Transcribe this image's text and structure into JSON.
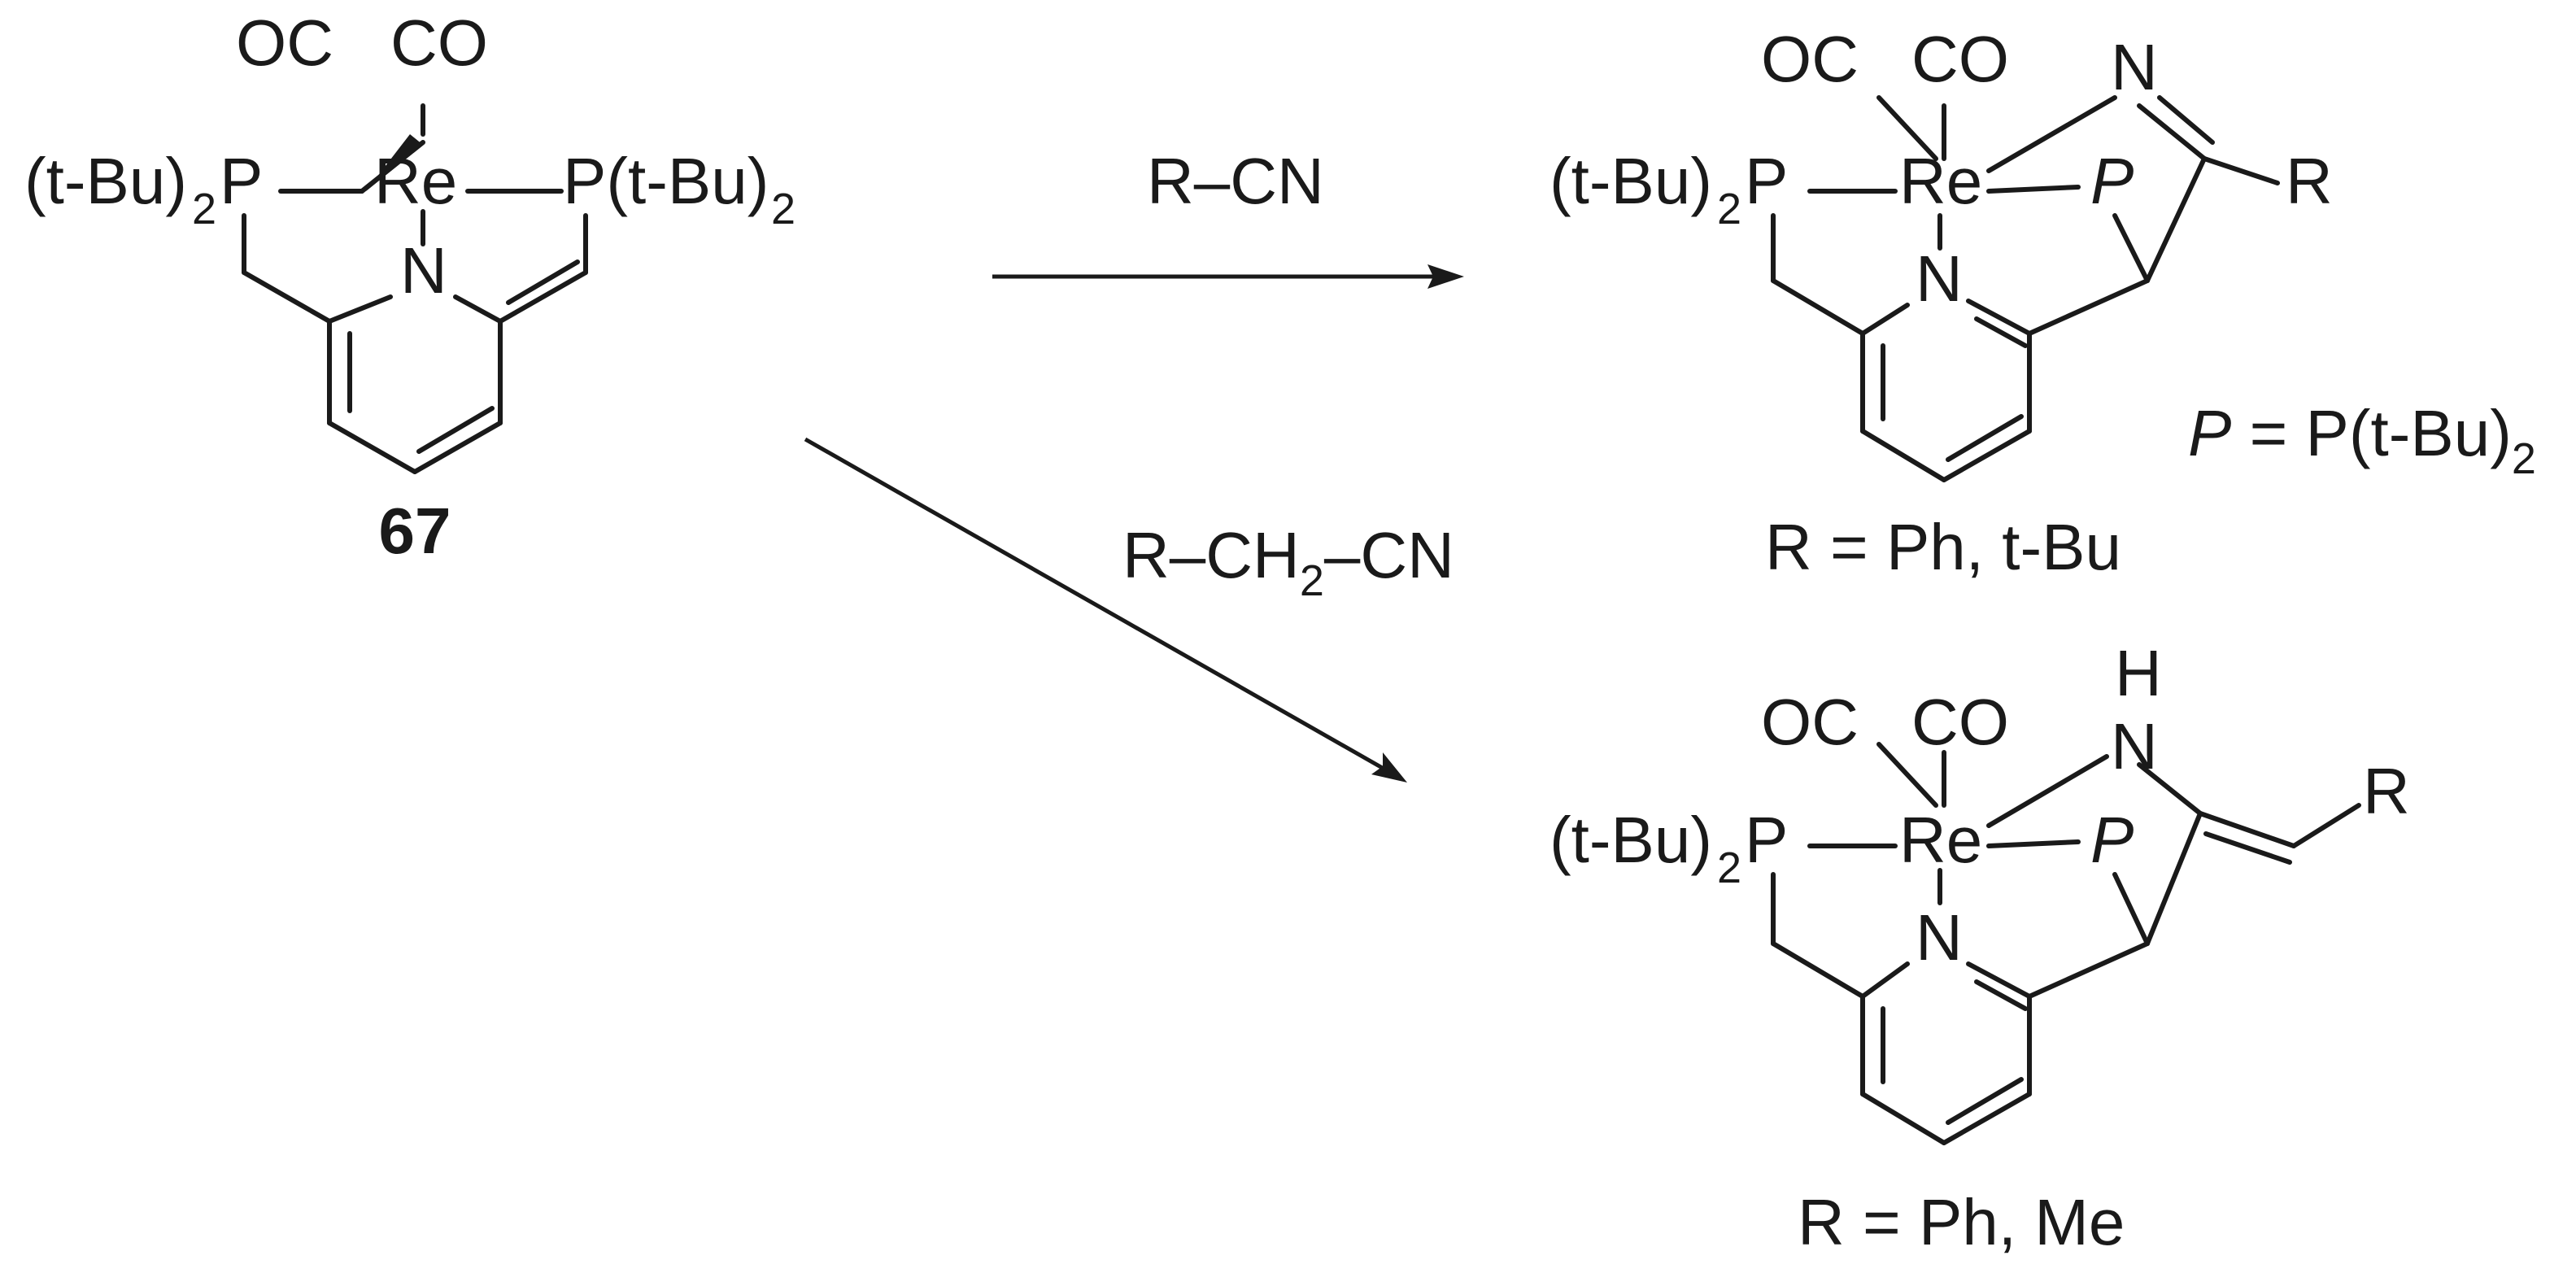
{
  "atoms": {
    "co": "CO",
    "oc": "OC",
    "re": "Re",
    "n": "N",
    "h": "H",
    "r": "R",
    "p": "P",
    "p_left": "P",
    "tbu2_open": "(t-Bu)",
    "tbu2_sub": "2",
    "p_right": "P(t-Bu)",
    "p_right_sub": "2"
  },
  "compound_label": "67",
  "reagents": {
    "nitrile": "R–CN",
    "alkyl_nitrile_prefix": "R–CH",
    "alkyl_nitrile_sub": "2",
    "alkyl_nitrile_suffix": "–CN"
  },
  "definitions": {
    "p_def_prefix": "P",
    "p_def_rest": " = P(t-Bu)",
    "p_def_sub": "2"
  },
  "r_groups": {
    "product_top": "R = Ph, t-Bu",
    "product_bottom": "R = Ph, Me"
  }
}
